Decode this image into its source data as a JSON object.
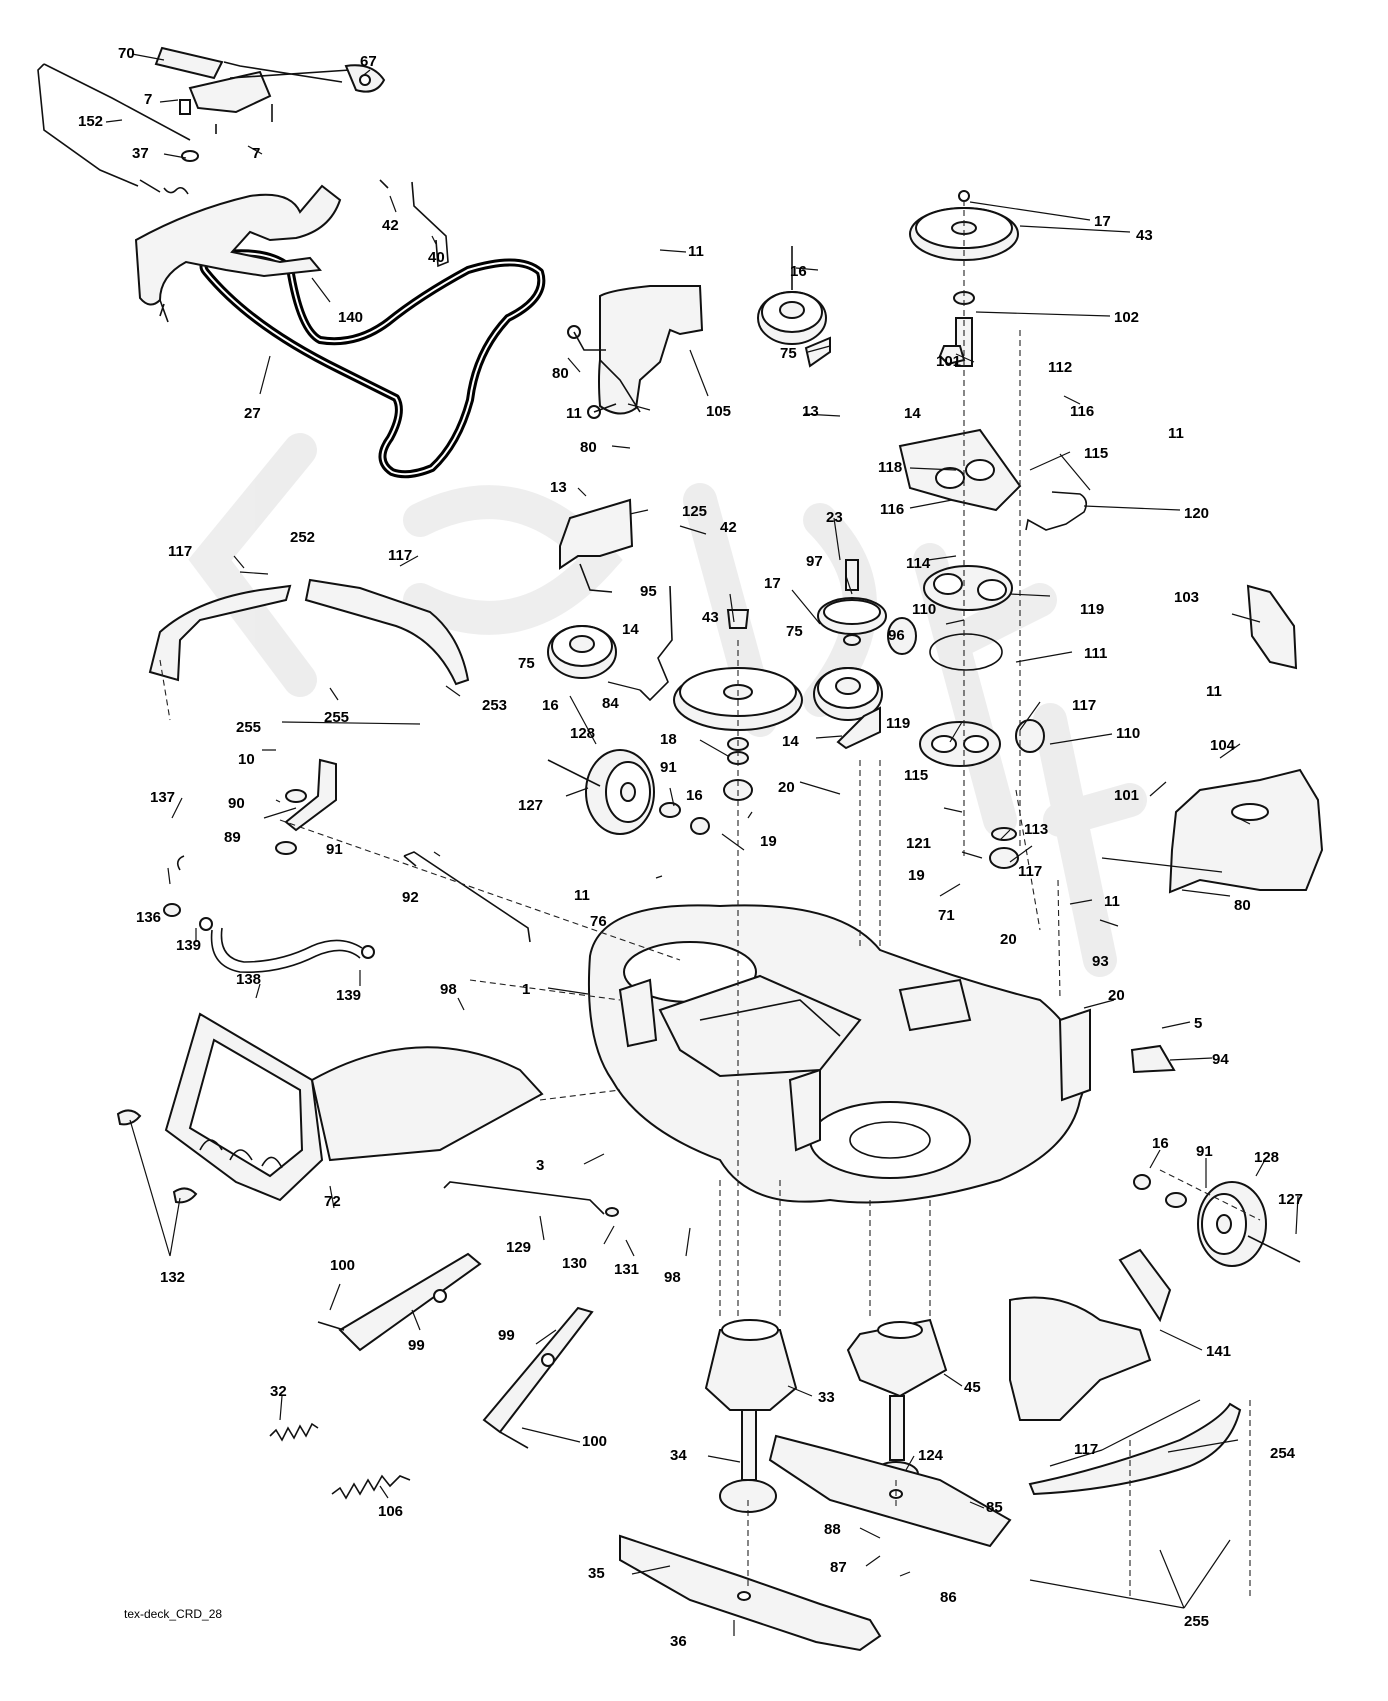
{
  "diagram": {
    "footer_code": "tex-deck_CRD_28",
    "callouts": [
      {
        "id": "c70",
        "text": "70"
      },
      {
        "id": "c67",
        "text": "67"
      },
      {
        "id": "c7a",
        "text": "7"
      },
      {
        "id": "c152",
        "text": "152"
      },
      {
        "id": "c7b",
        "text": "7"
      },
      {
        "id": "c37",
        "text": "37"
      },
      {
        "id": "c42a",
        "text": "42"
      },
      {
        "id": "c40",
        "text": "40"
      },
      {
        "id": "c140",
        "text": "140"
      },
      {
        "id": "c27",
        "text": "27"
      },
      {
        "id": "c17a",
        "text": "17"
      },
      {
        "id": "c43a",
        "text": "43"
      },
      {
        "id": "c102",
        "text": "102"
      },
      {
        "id": "c11a",
        "text": "11"
      },
      {
        "id": "c16a",
        "text": "16"
      },
      {
        "id": "c75a",
        "text": "75"
      },
      {
        "id": "c80a",
        "text": "80"
      },
      {
        "id": "c105",
        "text": "105"
      },
      {
        "id": "c11b",
        "text": "11"
      },
      {
        "id": "c13a",
        "text": "13"
      },
      {
        "id": "c14a",
        "text": "14"
      },
      {
        "id": "c80b",
        "text": "80"
      },
      {
        "id": "c101a",
        "text": "101"
      },
      {
        "id": "c112",
        "text": "112"
      },
      {
        "id": "c116a",
        "text": "116"
      },
      {
        "id": "c11c",
        "text": "11"
      },
      {
        "id": "c115a",
        "text": "115"
      },
      {
        "id": "c118",
        "text": "118"
      },
      {
        "id": "c116b",
        "text": "116"
      },
      {
        "id": "c120",
        "text": "120"
      },
      {
        "id": "c13b",
        "text": "13"
      },
      {
        "id": "c125",
        "text": "125"
      },
      {
        "id": "c42b",
        "text": "42"
      },
      {
        "id": "c23",
        "text": "23"
      },
      {
        "id": "c114",
        "text": "114"
      },
      {
        "id": "c117a",
        "text": "117"
      },
      {
        "id": "c252",
        "text": "252"
      },
      {
        "id": "c117b",
        "text": "117"
      },
      {
        "id": "c95",
        "text": "95"
      },
      {
        "id": "c97",
        "text": "97"
      },
      {
        "id": "c17b",
        "text": "17"
      },
      {
        "id": "c14b",
        "text": "14"
      },
      {
        "id": "c43b",
        "text": "43"
      },
      {
        "id": "c96",
        "text": "96"
      },
      {
        "id": "c110a",
        "text": "110"
      },
      {
        "id": "c119a",
        "text": "119"
      },
      {
        "id": "c103",
        "text": "103"
      },
      {
        "id": "c75b",
        "text": "75"
      },
      {
        "id": "c75c",
        "text": "75"
      },
      {
        "id": "c111",
        "text": "111"
      },
      {
        "id": "c16b",
        "text": "16"
      },
      {
        "id": "c84",
        "text": "84"
      },
      {
        "id": "c253",
        "text": "253"
      },
      {
        "id": "c255a",
        "text": "255"
      },
      {
        "id": "c255b",
        "text": "255"
      },
      {
        "id": "c11d",
        "text": "11"
      },
      {
        "id": "c117c",
        "text": "117"
      },
      {
        "id": "c119b",
        "text": "119"
      },
      {
        "id": "c110b",
        "text": "110"
      },
      {
        "id": "c104",
        "text": "104"
      },
      {
        "id": "c128a",
        "text": "128"
      },
      {
        "id": "c18",
        "text": "18"
      },
      {
        "id": "c14c",
        "text": "14"
      },
      {
        "id": "c10",
        "text": "10"
      },
      {
        "id": "c91a",
        "text": "91"
      },
      {
        "id": "c90",
        "text": "90"
      },
      {
        "id": "c127a",
        "text": "127"
      },
      {
        "id": "c16c",
        "text": "16"
      },
      {
        "id": "c20a",
        "text": "20"
      },
      {
        "id": "c115b",
        "text": "115"
      },
      {
        "id": "c101b",
        "text": "101"
      },
      {
        "id": "c113",
        "text": "113"
      },
      {
        "id": "c137",
        "text": "137"
      },
      {
        "id": "c89",
        "text": "89"
      },
      {
        "id": "c91b",
        "text": "91"
      },
      {
        "id": "c19a",
        "text": "19"
      },
      {
        "id": "c121",
        "text": "121"
      },
      {
        "id": "c19b",
        "text": "19"
      },
      {
        "id": "c117d",
        "text": "117"
      },
      {
        "id": "c80c",
        "text": "80"
      },
      {
        "id": "c92",
        "text": "92"
      },
      {
        "id": "c11e",
        "text": "11"
      },
      {
        "id": "c11f",
        "text": "11"
      },
      {
        "id": "c136",
        "text": "136"
      },
      {
        "id": "c76",
        "text": "76"
      },
      {
        "id": "c71",
        "text": "71"
      },
      {
        "id": "c139a",
        "text": "139"
      },
      {
        "id": "c93",
        "text": "93"
      },
      {
        "id": "c20b",
        "text": "20"
      },
      {
        "id": "c138",
        "text": "138"
      },
      {
        "id": "c139b",
        "text": "139"
      },
      {
        "id": "c98a",
        "text": "98"
      },
      {
        "id": "c1",
        "text": "1"
      },
      {
        "id": "c20c",
        "text": "20"
      },
      {
        "id": "c5",
        "text": "5"
      },
      {
        "id": "c94",
        "text": "94"
      },
      {
        "id": "c16d",
        "text": "16"
      },
      {
        "id": "c91c",
        "text": "91"
      },
      {
        "id": "c128b",
        "text": "128"
      },
      {
        "id": "c3",
        "text": "3"
      },
      {
        "id": "c72",
        "text": "72"
      },
      {
        "id": "c127b",
        "text": "127"
      },
      {
        "id": "c129",
        "text": "129"
      },
      {
        "id": "c130",
        "text": "130"
      },
      {
        "id": "c131",
        "text": "131"
      },
      {
        "id": "c98b",
        "text": "98"
      },
      {
        "id": "c132",
        "text": "132"
      },
      {
        "id": "c100a",
        "text": "100"
      },
      {
        "id": "c99a",
        "text": "99"
      },
      {
        "id": "c141",
        "text": "141"
      },
      {
        "id": "c99b",
        "text": "99"
      },
      {
        "id": "c32",
        "text": "32"
      },
      {
        "id": "c33",
        "text": "33"
      },
      {
        "id": "c45",
        "text": "45"
      },
      {
        "id": "c100b",
        "text": "100"
      },
      {
        "id": "c34",
        "text": "34"
      },
      {
        "id": "c124",
        "text": "124"
      },
      {
        "id": "c117e",
        "text": "117"
      },
      {
        "id": "c254",
        "text": "254"
      },
      {
        "id": "c106",
        "text": "106"
      },
      {
        "id": "c85",
        "text": "85"
      },
      {
        "id": "c88",
        "text": "88"
      },
      {
        "id": "c35",
        "text": "35"
      },
      {
        "id": "c87",
        "text": "87"
      },
      {
        "id": "c86",
        "text": "86"
      },
      {
        "id": "c255c",
        "text": "255"
      },
      {
        "id": "c36",
        "text": "36"
      }
    ]
  }
}
